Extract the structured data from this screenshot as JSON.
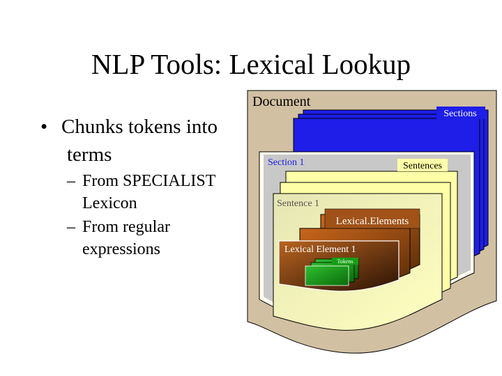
{
  "slide": {
    "title": "NLP Tools: Lexical Lookup",
    "bullet_main": {
      "marker": "•",
      "line1": "Chunks tokens into",
      "line2": "terms"
    },
    "sub_bullets": [
      {
        "marker": "–",
        "line1": "From SPECIALIST",
        "line2": "Lexicon"
      },
      {
        "marker": "–",
        "line1": "From regular",
        "line2": "expressions"
      }
    ]
  },
  "diagram": {
    "document_label": "Document",
    "sections_tag": "Sections",
    "section_label": "Section 1",
    "sentences_tag": "Sentences",
    "sentence_label": "Sentence 1",
    "lexical_elements_tag": "Lexical.Elements",
    "lexical_element_label": "Lexical Element 1",
    "tokens_tag": "Tokens",
    "colors": {
      "document": "#d2c0a2",
      "sections": "#1e1ee8",
      "section_page": "#c8c8c8",
      "sentences": "#ffffa8",
      "lexical_elements": "#a05218",
      "lexical_element_dark": "#3c1a04",
      "tokens": "#14a014"
    }
  }
}
